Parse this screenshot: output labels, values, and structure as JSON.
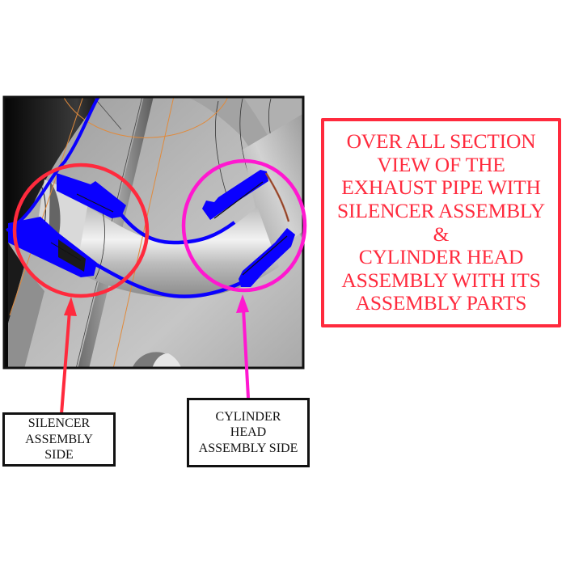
{
  "title_box": {
    "lines": [
      "OVER ALL SECTION",
      "VIEW OF THE",
      "EXHAUST PIPE WITH",
      "SILENCER ASSEMBLY",
      "&",
      "CYLINDER HEAD",
      "ASSEMBLY WITH ITS",
      "ASSEMBLY PARTS"
    ],
    "color": "#ff2a3d"
  },
  "callouts": [
    {
      "id": "silencer",
      "lines": [
        "SILENCER",
        "ASSEMBLY",
        "SIDE"
      ],
      "color": "#ff2a3d"
    },
    {
      "id": "cylinder-head",
      "lines": [
        "CYLINDER",
        "HEAD",
        "ASSEMBLY SIDE"
      ],
      "color": "#ff18d0"
    }
  ],
  "illustration": {
    "subject": "exhaust pipe section view",
    "section_color": "#0a00ff",
    "construction_line_color": "#e08a3c",
    "gasket_color": "#b05a3a"
  }
}
